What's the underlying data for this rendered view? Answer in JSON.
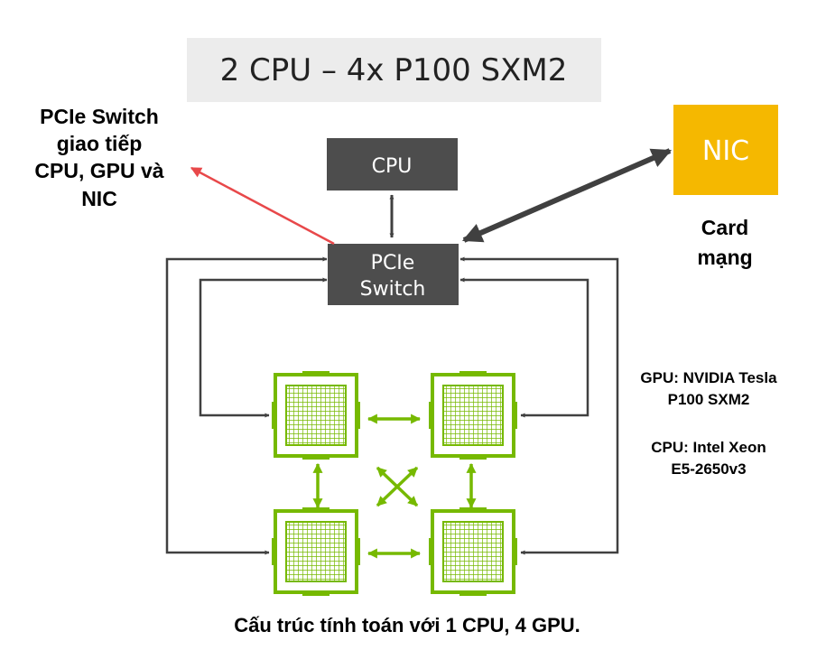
{
  "title": "2 CPU – 4x P100 SXM2",
  "nodes": {
    "cpu": "CPU",
    "pcie_switch": [
      "PCIe",
      "Switch"
    ],
    "nic": "NIC"
  },
  "annotations": {
    "pcie_note": [
      "PCIe Switch",
      "giao tiếp",
      "CPU, GPU và",
      "NIC"
    ],
    "nic_note": [
      "Card",
      "mạng"
    ],
    "gpu_spec": [
      "GPU: NVIDIA Tesla",
      "P100 SXM2"
    ],
    "cpu_spec": [
      "CPU: Intel Xeon",
      "E5-2650v3"
    ]
  },
  "caption": "Cấu trúc tính toán với 1 CPU, 4 GPU.",
  "colors": {
    "dark_box": "#4d4d4d",
    "nic": "#f5b800",
    "gpu_green": "#76b900",
    "red_arrow": "#e8484a",
    "title_bg": "#ececec"
  },
  "icons": {
    "gpu": "gpu-chip-icon"
  }
}
